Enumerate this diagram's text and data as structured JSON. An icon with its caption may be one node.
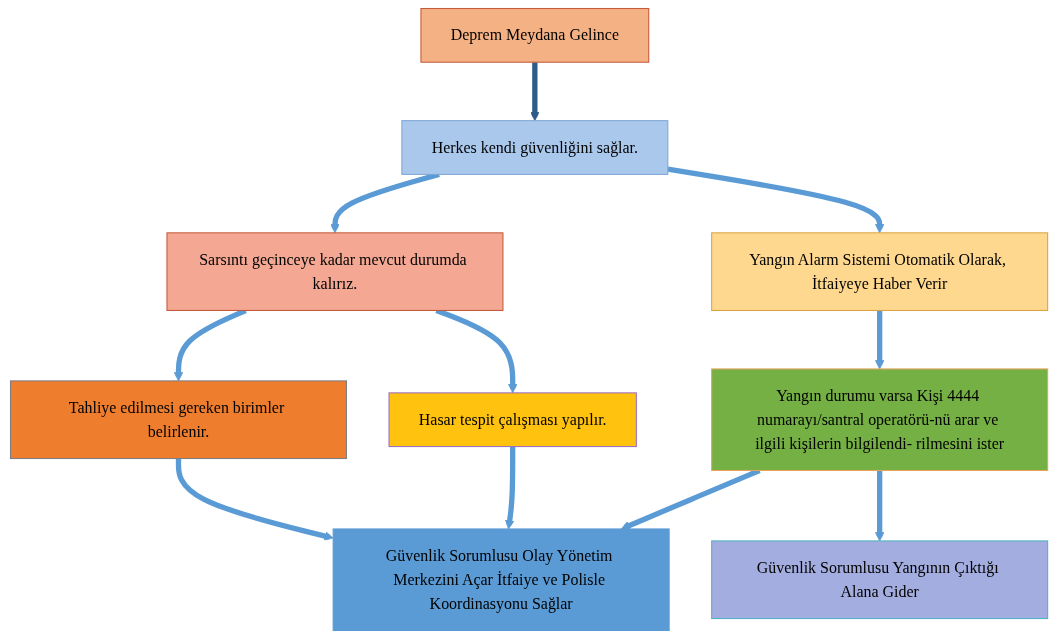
{
  "diagram": {
    "nodes": [
      {
        "text": [
          "Deprem Meydana Gelince"
        ]
      },
      {
        "text": [
          "Herkes kendi güvenliğini sağlar."
        ]
      },
      {
        "text": [
          "Sarsıntı geçinceye kadar mevcut durumda kalırız."
        ]
      },
      {
        "text": [
          "Yangın Alarm Sistemi Otomatik Olarak, İtfaiyeye Haber Verir"
        ]
      },
      {
        "text": [
          "Tahliye edilmesi gereken birimler belirlenir."
        ]
      },
      {
        "text": [
          "Hasar tespit çalışması yapılır."
        ]
      },
      {
        "text": [
          "Yangın durumu varsa Kişi 4444 numarayı/santral operatörü-nü arar ve ilgili kişilerin bilgilendi- rilmesini ister"
        ]
      },
      {
        "text": [
          "Güvenlik Sorumlusu Olay Yönetim Merkezini Açar İtfaiye ve Polisle Koordinasyonu Sağlar"
        ]
      },
      {
        "text": [
          "Güvenlik Sorumlusu Yangının Çıktığı Alana Gider"
        ]
      }
    ],
    "edges": [
      {
        "from": 0,
        "to": 1,
        "arrow": "to",
        "color": "#2e5c8a"
      },
      {
        "from": 1,
        "to": 2,
        "arrow": "to"
      },
      {
        "from": 1,
        "to": 3,
        "arrow": "to"
      },
      {
        "from": 2,
        "to": 4,
        "arrow": "to"
      },
      {
        "from": 2,
        "to": 5,
        "arrow": "to"
      },
      {
        "from": 3,
        "to": 6,
        "arrow": "to"
      },
      {
        "from": 4,
        "to": 7,
        "arrow": "to"
      },
      {
        "from": 5,
        "to": 7,
        "arrow": "to"
      },
      {
        "from": 6,
        "to": 7,
        "arrow": "to"
      },
      {
        "from": 6,
        "to": 8,
        "arrow": "to"
      }
    ]
  }
}
